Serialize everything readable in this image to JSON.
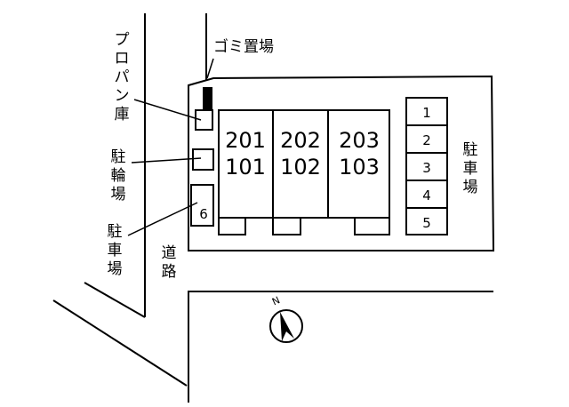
{
  "labels": {
    "garbage": "ゴミ置場",
    "propane_storage": [
      "プ",
      "ロ",
      "パ",
      "ン",
      "庫"
    ],
    "bicycle_parking": [
      "駐",
      "輪",
      "場"
    ],
    "parking_left": [
      "駐",
      "車",
      "場"
    ],
    "parking_right": [
      "駐",
      "車",
      "場"
    ],
    "road": [
      "道",
      "路"
    ],
    "north": "N"
  },
  "units": [
    {
      "upper": "201",
      "lower": "101"
    },
    {
      "upper": "202",
      "lower": "102"
    },
    {
      "upper": "203",
      "lower": "103"
    }
  ],
  "parking_spaces": [
    "1",
    "2",
    "3",
    "4",
    "5"
  ],
  "parking_single": "6"
}
